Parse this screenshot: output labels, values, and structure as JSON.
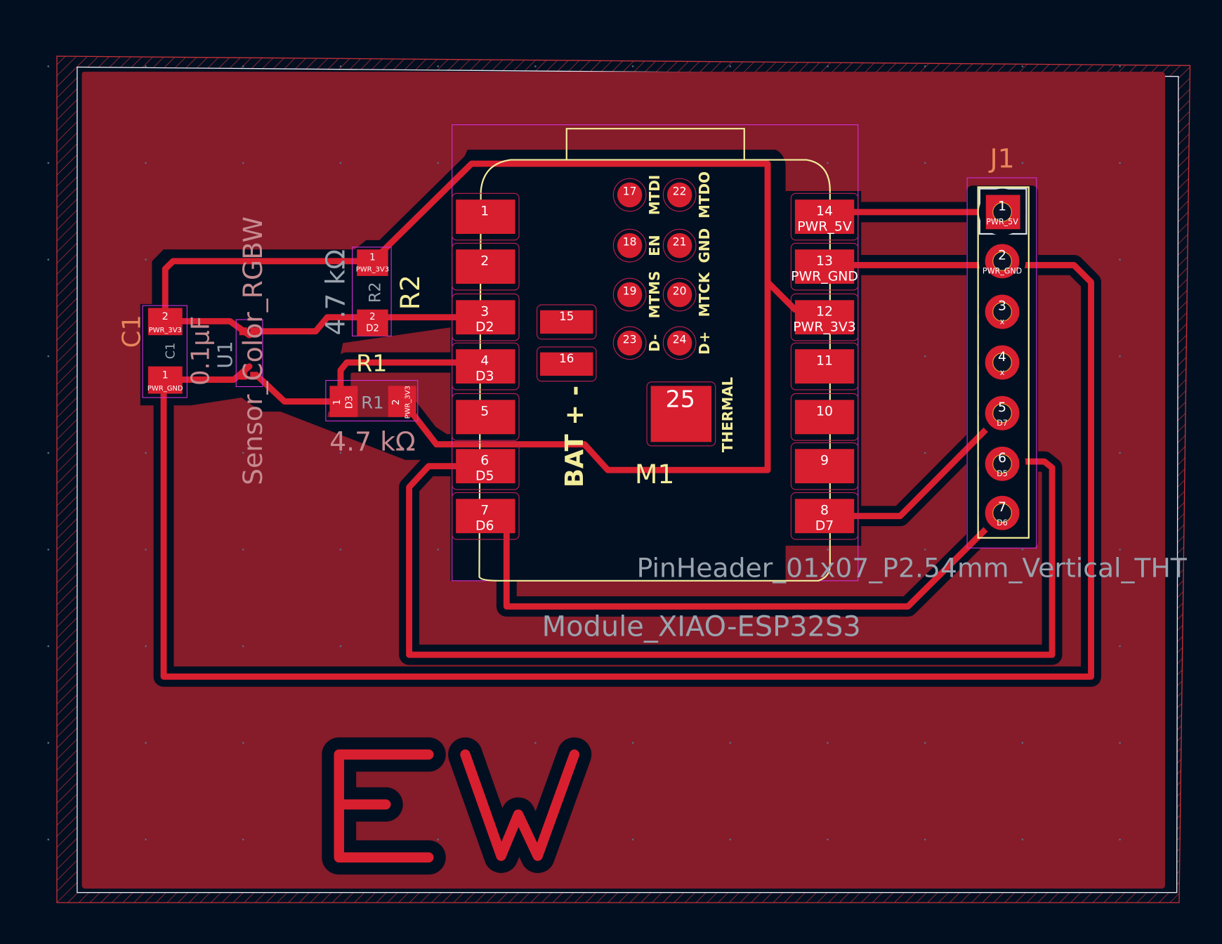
{
  "colors": {
    "background": "#020f20",
    "copper_fill": "#861b2a",
    "copper": "#d81f2f",
    "clearance": "#020f20",
    "silkscreen": "#f2ec9a",
    "fab_text": "#9aa3ad",
    "reference_orange": "#e8875a",
    "courtyard": "#d02fd0",
    "edge_cut": "#c7303a"
  },
  "logo_text": "EW",
  "module": {
    "ref": "M1",
    "value": "Module_XIAO-ESP32S3",
    "bat_label": "BAT + -",
    "thermal_label": "THERMAL",
    "left_pads": [
      {
        "num": "1",
        "net": ""
      },
      {
        "num": "2",
        "net": ""
      },
      {
        "num": "3",
        "net": "D2"
      },
      {
        "num": "4",
        "net": "D3"
      },
      {
        "num": "5",
        "net": ""
      },
      {
        "num": "6",
        "net": "D5"
      },
      {
        "num": "7",
        "net": "D6"
      }
    ],
    "right_pads": [
      {
        "num": "14",
        "net": "PWR_5V"
      },
      {
        "num": "13",
        "net": "PWR_GND"
      },
      {
        "num": "12",
        "net": "PWR_3V3"
      },
      {
        "num": "11",
        "net": ""
      },
      {
        "num": "10",
        "net": ""
      },
      {
        "num": "9",
        "net": ""
      },
      {
        "num": "8",
        "net": "D7"
      }
    ],
    "jtag_pads": [
      {
        "num": "17",
        "label": "MTDI"
      },
      {
        "num": "22",
        "label": "MTDO"
      },
      {
        "num": "18",
        "label": "EN"
      },
      {
        "num": "21",
        "label": "GND"
      },
      {
        "num": "19",
        "label": "MTMS"
      },
      {
        "num": "20",
        "label": "MTCK"
      },
      {
        "num": "23",
        "label": "D-"
      },
      {
        "num": "24",
        "label": "D+"
      }
    ],
    "bat_pads": [
      "15",
      "16"
    ],
    "thermal_pad": "25"
  },
  "j1": {
    "ref": "J1",
    "value": "PinHeader_01x07_P2.54mm_Vertical_THT",
    "pins": [
      {
        "num": "1",
        "net": "PWR_5V"
      },
      {
        "num": "2",
        "net": "PWR_GND"
      },
      {
        "num": "3",
        "net": "x"
      },
      {
        "num": "4",
        "net": "x"
      },
      {
        "num": "5",
        "net": "D7"
      },
      {
        "num": "6",
        "net": "D5"
      },
      {
        "num": "7",
        "net": "D6"
      }
    ]
  },
  "c1": {
    "ref": "C1",
    "value": "0.1µF",
    "fab_ref": "C1",
    "pads": [
      {
        "num": "2",
        "net": "PWR_3V3"
      },
      {
        "num": "1",
        "net": "PWR_GND"
      }
    ]
  },
  "r1": {
    "ref": "R1",
    "fab_ref": "R1",
    "value": "4.7 kΩ",
    "pads": [
      {
        "num": "1",
        "net": "D3"
      },
      {
        "num": "2",
        "net": "PWR_3V3"
      }
    ]
  },
  "r2": {
    "ref": "R2",
    "fab_ref": "R2",
    "value": "4.7 kΩ",
    "pads": [
      {
        "num": "1",
        "net": "PWR_3V3"
      },
      {
        "num": "2",
        "net": "D2"
      }
    ]
  },
  "u1": {
    "ref": "U1",
    "value": "Sensor_Color_RGBW"
  }
}
